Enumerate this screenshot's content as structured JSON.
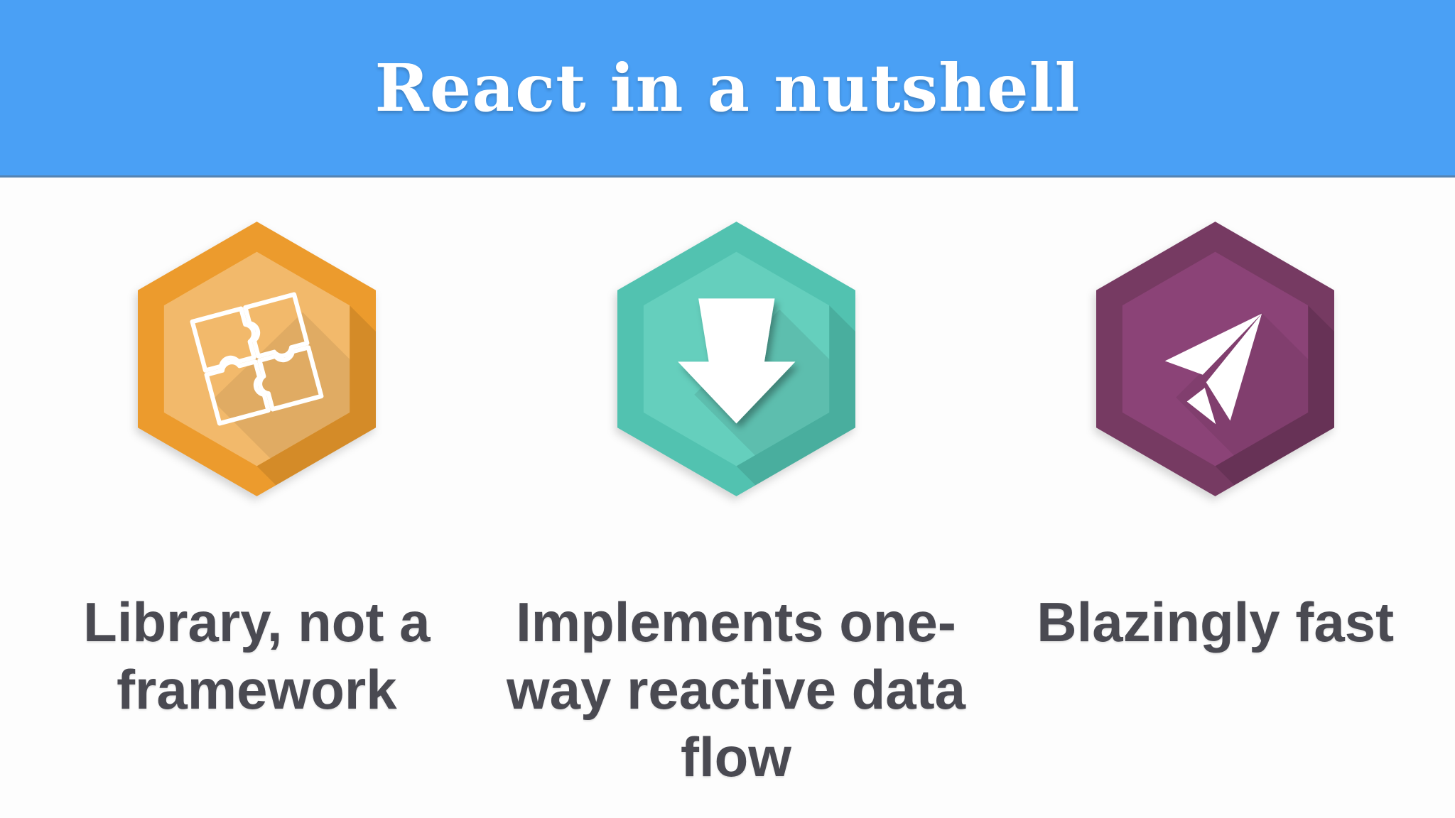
{
  "header": {
    "title": "React in a nutshell"
  },
  "colors": {
    "header_bg": "#4aa0f5",
    "title_text": "#ffffff",
    "page_bg": "#fdfdfd",
    "caption_text": "#4a4a52",
    "icon_white": "#ffffff"
  },
  "features": [
    {
      "label": "Library, not a framework",
      "icon": "puzzle-icon",
      "outer": "#ec9b2d",
      "inner": "#f2b96b"
    },
    {
      "label": "Implements one-way reactive data flow",
      "icon": "down-arrow-icon",
      "outer": "#52c2b0",
      "inner": "#65cfbd"
    },
    {
      "label": "Blazingly fast",
      "icon": "paper-plane-icon",
      "outer": "#763a62",
      "inner": "#8b4377"
    }
  ]
}
